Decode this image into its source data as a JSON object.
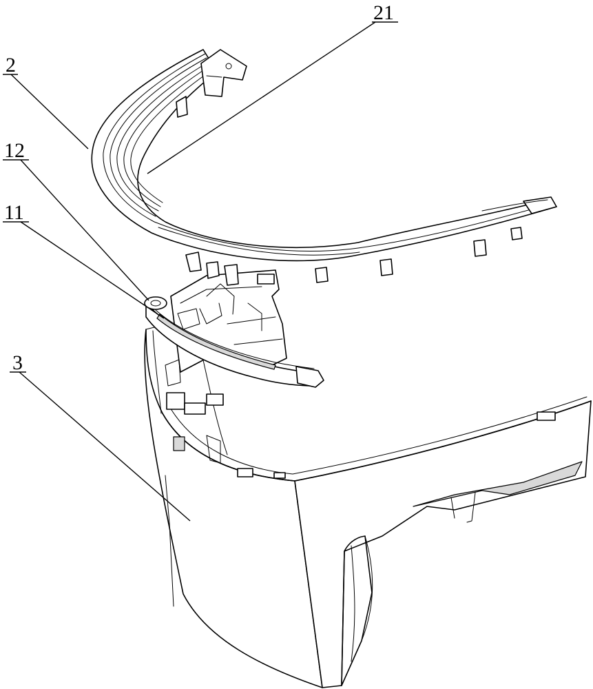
{
  "labels": {
    "part_2": "2",
    "part_21": "21",
    "part_12": "12",
    "part_11": "11",
    "part_3": "3"
  },
  "colors": {
    "line": "#000000",
    "background": "#ffffff",
    "shading": "#d9d9d9"
  }
}
